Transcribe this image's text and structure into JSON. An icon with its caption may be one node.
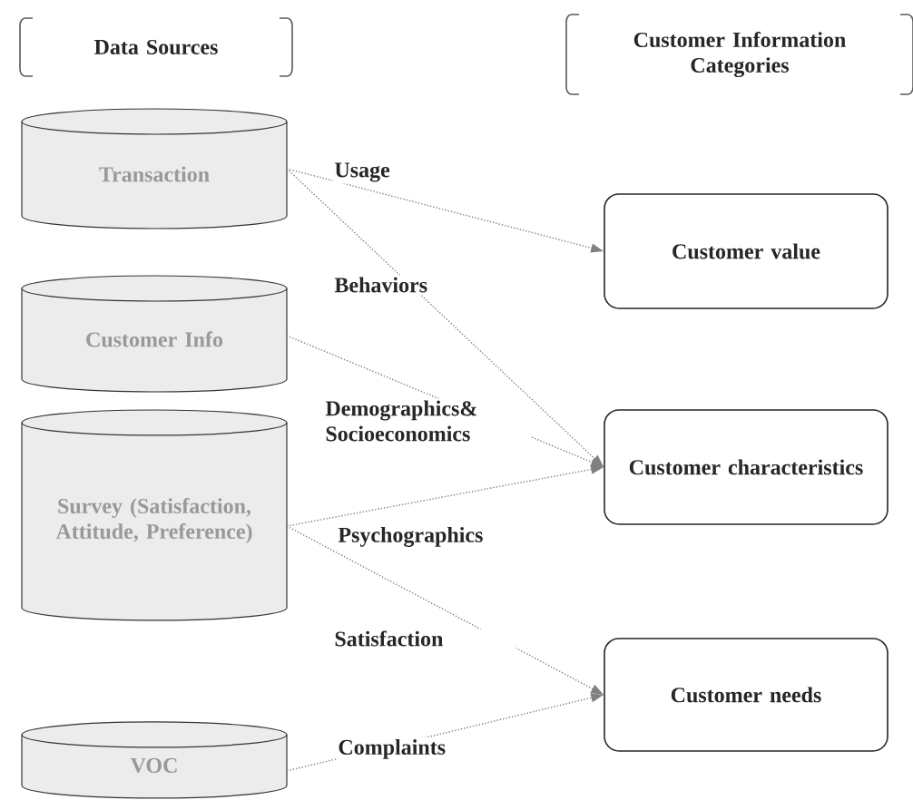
{
  "diagram": {
    "nodes": [
      {
        "text": [
          "Data Sources"
        ]
      },
      {
        "text": [
          "Customer Information Categories"
        ]
      },
      {
        "text": [
          "Transaction"
        ]
      },
      {
        "text": [
          "Customer Info"
        ]
      },
      {
        "text": [
          "Survey (Satisfaction, Attitude, Preference)"
        ]
      },
      {
        "text": [
          "VOC"
        ]
      },
      {
        "text": [
          "Customer value"
        ]
      },
      {
        "text": [
          "Customer characteristics"
        ]
      },
      {
        "text": [
          "Customer needs"
        ]
      }
    ],
    "edges": [
      {
        "from": 2,
        "to": 6,
        "arrow": "to",
        "label": "Usage",
        "style": "dashed"
      },
      {
        "from": 2,
        "to": 7,
        "arrow": "to",
        "label": "Behaviors",
        "style": "dashed"
      },
      {
        "from": 3,
        "to": 7,
        "arrow": "to",
        "label": "Demographics& Socioeconomics",
        "style": "dashed"
      },
      {
        "from": 4,
        "to": 7,
        "arrow": "to",
        "label": "Psychographics",
        "style": "dashed"
      },
      {
        "from": 4,
        "to": 8,
        "arrow": "to",
        "label": "Satisfaction",
        "style": "dashed"
      },
      {
        "from": 5,
        "to": 8,
        "arrow": "to",
        "label": "Complaints",
        "style": "dashed"
      }
    ]
  }
}
